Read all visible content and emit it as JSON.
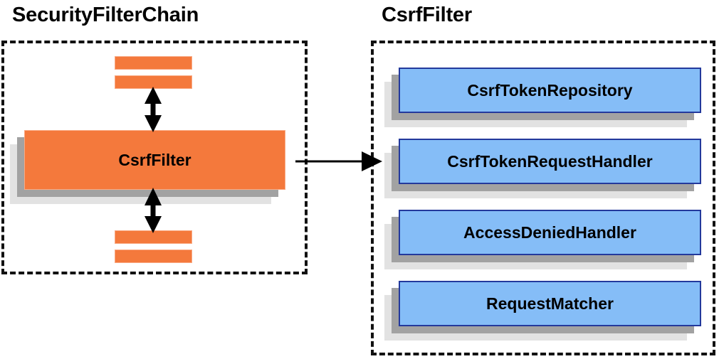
{
  "diagram": {
    "type": "block-diagram",
    "title_left": "SecurityFilterChain",
    "title_right": "CsrfFilter",
    "colors": {
      "orange_fill": "#f4793c",
      "orange_border": "#f9a983",
      "blue_fill": "#85bdf7",
      "blue_border": "#23399c",
      "shadow_mid": "#a2a2a2",
      "shadow_light": "#e2e2e2",
      "panel_border": "#111111",
      "text": "#000000",
      "background": "#ffffff"
    }
  },
  "left_panel": {
    "title": "SecurityFilterChain",
    "main_box": {
      "label": "CsrfFilter"
    },
    "filters_above": [
      {
        "label": ""
      },
      {
        "label": ""
      }
    ],
    "filters_below": [
      {
        "label": ""
      },
      {
        "label": ""
      }
    ],
    "arrows": [
      {
        "name": "arrow-above",
        "direction": "bidirectional",
        "orientation": "vertical"
      },
      {
        "name": "arrow-below",
        "direction": "bidirectional",
        "orientation": "vertical"
      }
    ]
  },
  "right_panel": {
    "title": "CsrfFilter",
    "collaborators": [
      {
        "label": "CsrfTokenRepository"
      },
      {
        "label": "CsrfTokenRequestHandler"
      },
      {
        "label": "AccessDeniedHandler"
      },
      {
        "label": "RequestMatcher"
      }
    ]
  },
  "connector": {
    "name": "left-to-right-arrow",
    "direction": "right",
    "from": "SecurityFilterChain",
    "to": "CsrfFilter"
  }
}
